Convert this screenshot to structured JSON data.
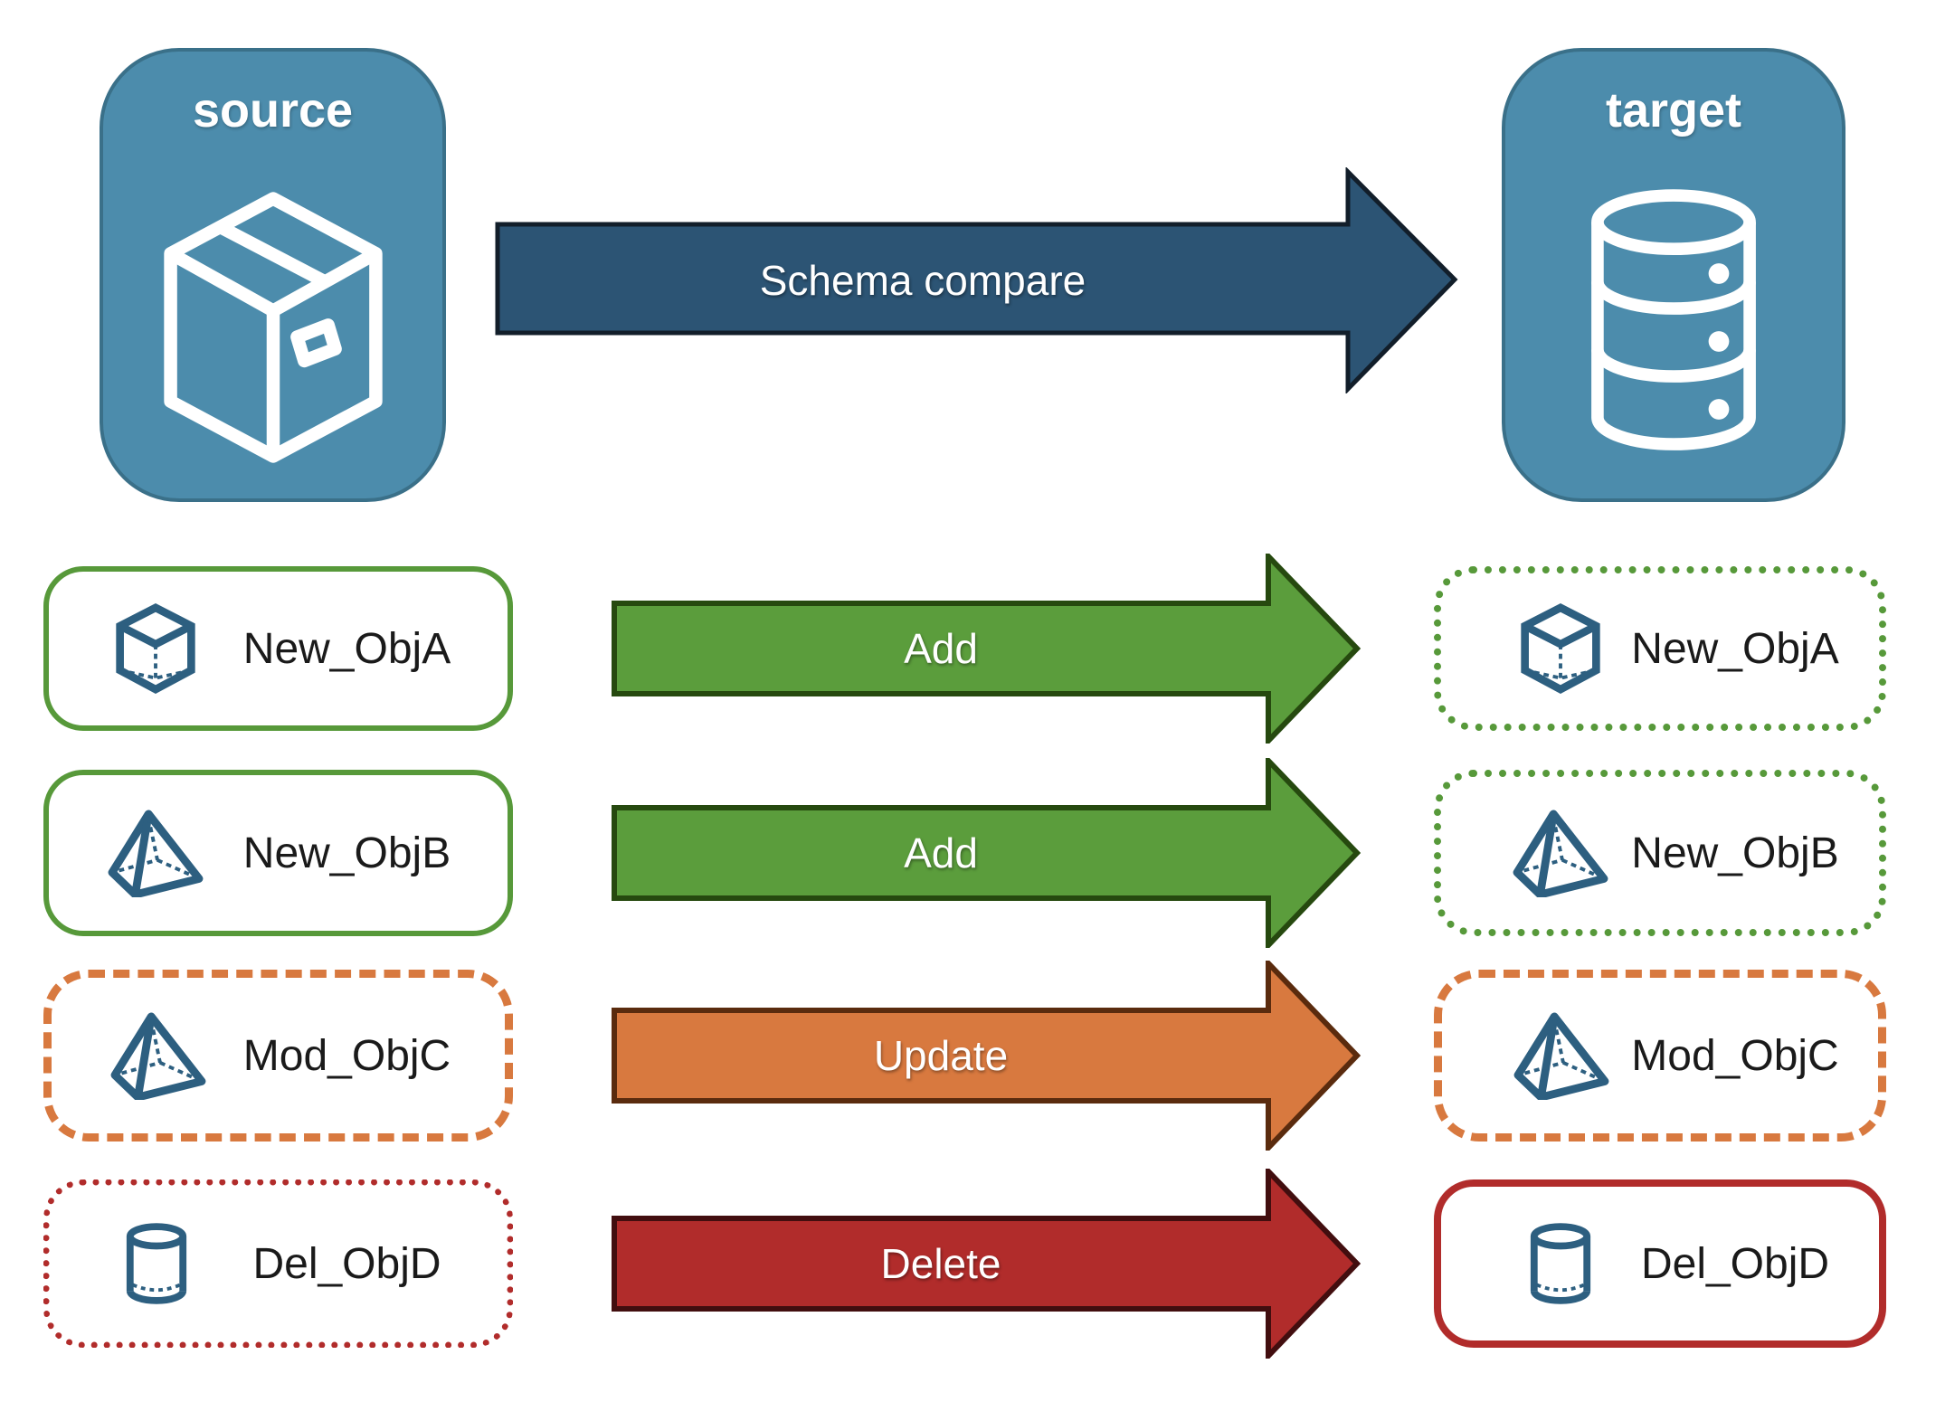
{
  "diagram_title": "Schema compare",
  "source": {
    "label": "source",
    "icon": "package"
  },
  "target": {
    "label": "target",
    "icon": "database"
  },
  "compare_arrow": {
    "label": "Schema compare"
  },
  "rows": [
    {
      "label": "New_ObjA",
      "action": "Add",
      "icon": "cube",
      "source_style": "solid-green",
      "target_style": "dotted-green"
    },
    {
      "label": "New_ObjB",
      "action": "Add",
      "icon": "pyramid",
      "source_style": "solid-green",
      "target_style": "dotted-green"
    },
    {
      "label": "Mod_ObjC",
      "action": "Update",
      "icon": "pyramid",
      "source_style": "dashed-orange",
      "target_style": "dashed-orange"
    },
    {
      "label": "Del_ObjD",
      "action": "Delete",
      "icon": "cylinder",
      "source_style": "dotted-red",
      "target_style": "solid-red"
    }
  ],
  "colors": {
    "node_fill": "#4C8CAC",
    "node_border": "#3A7089",
    "compare_arrow_fill": "#2C5474",
    "add_green": "#5B9D3C",
    "update_orange": "#D8793F",
    "delete_red": "#B12C2B",
    "object_icon_blue": "#2D5F80"
  }
}
